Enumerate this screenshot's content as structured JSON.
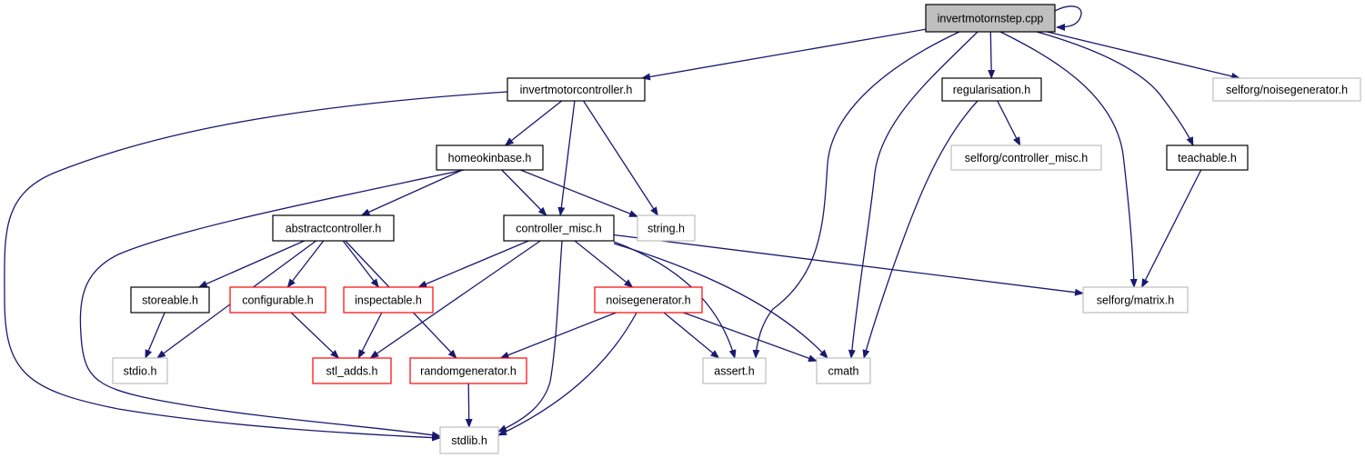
{
  "colors": {
    "edge": "#191970",
    "documented_border": "#000000",
    "incomplete_border": "#ff0000",
    "external_border": "#bfbfbf",
    "root_fill": "#bfbfbf",
    "default_fill": "#ffffff"
  },
  "nodes": [
    {
      "id": "invertmotornstep_cpp",
      "label": "invertmotornstep.cpp",
      "kind": "root"
    },
    {
      "id": "invertmotorcontroller_h",
      "label": "invertmotorcontroller.h",
      "kind": "documented"
    },
    {
      "id": "regularisation_h",
      "label": "regularisation.h",
      "kind": "documented"
    },
    {
      "id": "selforg_noisegenerator_h",
      "label": "selforg/noisegenerator.h",
      "kind": "external"
    },
    {
      "id": "homeokinbase_h",
      "label": "homeokinbase.h",
      "kind": "documented"
    },
    {
      "id": "selforg_controller_misc_h",
      "label": "selforg/controller_misc.h",
      "kind": "external"
    },
    {
      "id": "teachable_h",
      "label": "teachable.h",
      "kind": "documented"
    },
    {
      "id": "abstractcontroller_h",
      "label": "abstractcontroller.h",
      "kind": "documented"
    },
    {
      "id": "controller_misc_h",
      "label": "controller_misc.h",
      "kind": "documented"
    },
    {
      "id": "string_h",
      "label": "string.h",
      "kind": "external"
    },
    {
      "id": "storeable_h",
      "label": "storeable.h",
      "kind": "documented"
    },
    {
      "id": "configurable_h",
      "label": "configurable.h",
      "kind": "incomplete"
    },
    {
      "id": "inspectable_h",
      "label": "inspectable.h",
      "kind": "incomplete"
    },
    {
      "id": "noisegenerator_h",
      "label": "noisegenerator.h",
      "kind": "incomplete"
    },
    {
      "id": "selforg_matrix_h",
      "label": "selforg/matrix.h",
      "kind": "external"
    },
    {
      "id": "stdio_h",
      "label": "stdio.h",
      "kind": "external"
    },
    {
      "id": "stl_adds_h",
      "label": "stl_adds.h",
      "kind": "incomplete"
    },
    {
      "id": "randomgenerator_h",
      "label": "randomgenerator.h",
      "kind": "incomplete"
    },
    {
      "id": "assert_h",
      "label": "assert.h",
      "kind": "external"
    },
    {
      "id": "cmath",
      "label": "cmath",
      "kind": "external"
    },
    {
      "id": "stdlib_h",
      "label": "stdlib.h",
      "kind": "external"
    }
  ],
  "edges": [
    {
      "from": "invertmotornstep_cpp",
      "to": "invertmotornstep_cpp"
    },
    {
      "from": "invertmotornstep_cpp",
      "to": "invertmotorcontroller_h"
    },
    {
      "from": "invertmotornstep_cpp",
      "to": "regularisation_h"
    },
    {
      "from": "invertmotornstep_cpp",
      "to": "selforg_noisegenerator_h"
    },
    {
      "from": "invertmotornstep_cpp",
      "to": "teachable_h"
    },
    {
      "from": "invertmotornstep_cpp",
      "to": "selforg_matrix_h"
    },
    {
      "from": "invertmotornstep_cpp",
      "to": "assert_h"
    },
    {
      "from": "invertmotornstep_cpp",
      "to": "cmath"
    },
    {
      "from": "invertmotorcontroller_h",
      "to": "homeokinbase_h"
    },
    {
      "from": "invertmotorcontroller_h",
      "to": "controller_misc_h"
    },
    {
      "from": "invertmotorcontroller_h",
      "to": "string_h"
    },
    {
      "from": "invertmotorcontroller_h",
      "to": "stdlib_h"
    },
    {
      "from": "regularisation_h",
      "to": "selforg_controller_misc_h"
    },
    {
      "from": "regularisation_h",
      "to": "cmath"
    },
    {
      "from": "teachable_h",
      "to": "selforg_matrix_h"
    },
    {
      "from": "homeokinbase_h",
      "to": "abstractcontroller_h"
    },
    {
      "from": "homeokinbase_h",
      "to": "controller_misc_h"
    },
    {
      "from": "homeokinbase_h",
      "to": "string_h"
    },
    {
      "from": "homeokinbase_h",
      "to": "stdlib_h"
    },
    {
      "from": "abstractcontroller_h",
      "to": "storeable_h"
    },
    {
      "from": "abstractcontroller_h",
      "to": "configurable_h"
    },
    {
      "from": "abstractcontroller_h",
      "to": "inspectable_h"
    },
    {
      "from": "abstractcontroller_h",
      "to": "randomgenerator_h"
    },
    {
      "from": "abstractcontroller_h",
      "to": "stdio_h"
    },
    {
      "from": "controller_misc_h",
      "to": "inspectable_h"
    },
    {
      "from": "controller_misc_h",
      "to": "noisegenerator_h"
    },
    {
      "from": "controller_misc_h",
      "to": "selforg_matrix_h"
    },
    {
      "from": "controller_misc_h",
      "to": "stl_adds_h"
    },
    {
      "from": "controller_misc_h",
      "to": "assert_h"
    },
    {
      "from": "controller_misc_h",
      "to": "cmath"
    },
    {
      "from": "controller_misc_h",
      "to": "stdlib_h"
    },
    {
      "from": "storeable_h",
      "to": "stdio_h"
    },
    {
      "from": "configurable_h",
      "to": "stl_adds_h"
    },
    {
      "from": "inspectable_h",
      "to": "stl_adds_h"
    },
    {
      "from": "noisegenerator_h",
      "to": "randomgenerator_h"
    },
    {
      "from": "noisegenerator_h",
      "to": "assert_h"
    },
    {
      "from": "noisegenerator_h",
      "to": "cmath"
    },
    {
      "from": "noisegenerator_h",
      "to": "stdlib_h"
    },
    {
      "from": "randomgenerator_h",
      "to": "stdlib_h"
    }
  ]
}
